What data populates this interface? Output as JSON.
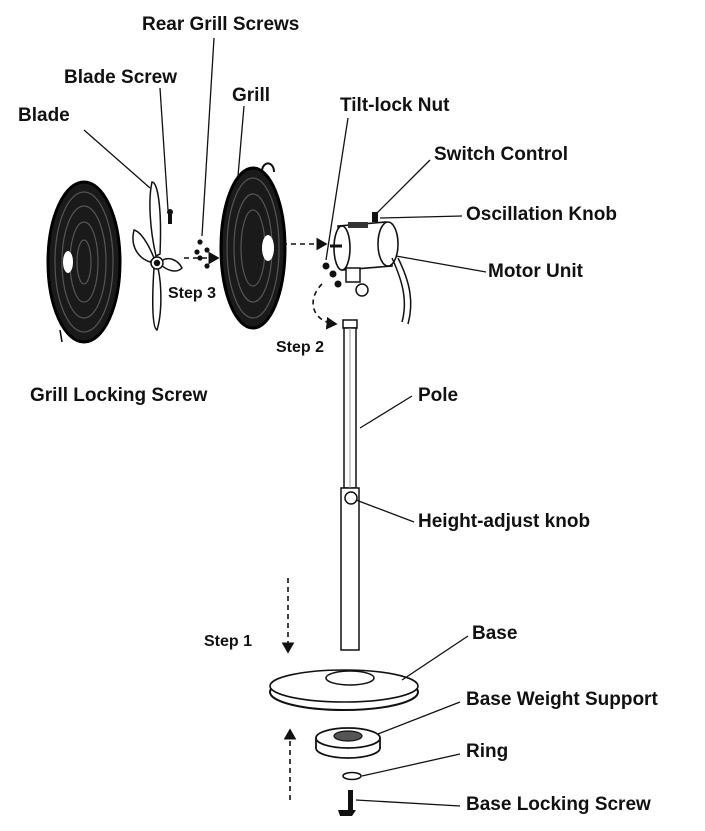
{
  "labels": {
    "rear_grill_screws": "Rear Grill Screws",
    "blade_screw": "Blade Screw",
    "grill": "Grill",
    "blade": "Blade",
    "tilt_lock_nut": "Tilt-lock Nut",
    "switch_control": "Switch Control",
    "oscillation_knob": "Oscillation Knob",
    "motor_unit": "Motor Unit",
    "grill_locking_screw": "Grill Locking Screw",
    "pole": "Pole",
    "height_adjust_knob": "Height-adjust knob",
    "base": "Base",
    "base_weight_support": "Base Weight Support",
    "ring": "Ring",
    "base_locking_screw": "Base Locking Screw"
  },
  "steps": {
    "step1": "Step 1",
    "step2": "Step 2",
    "step3": "Step 3"
  }
}
